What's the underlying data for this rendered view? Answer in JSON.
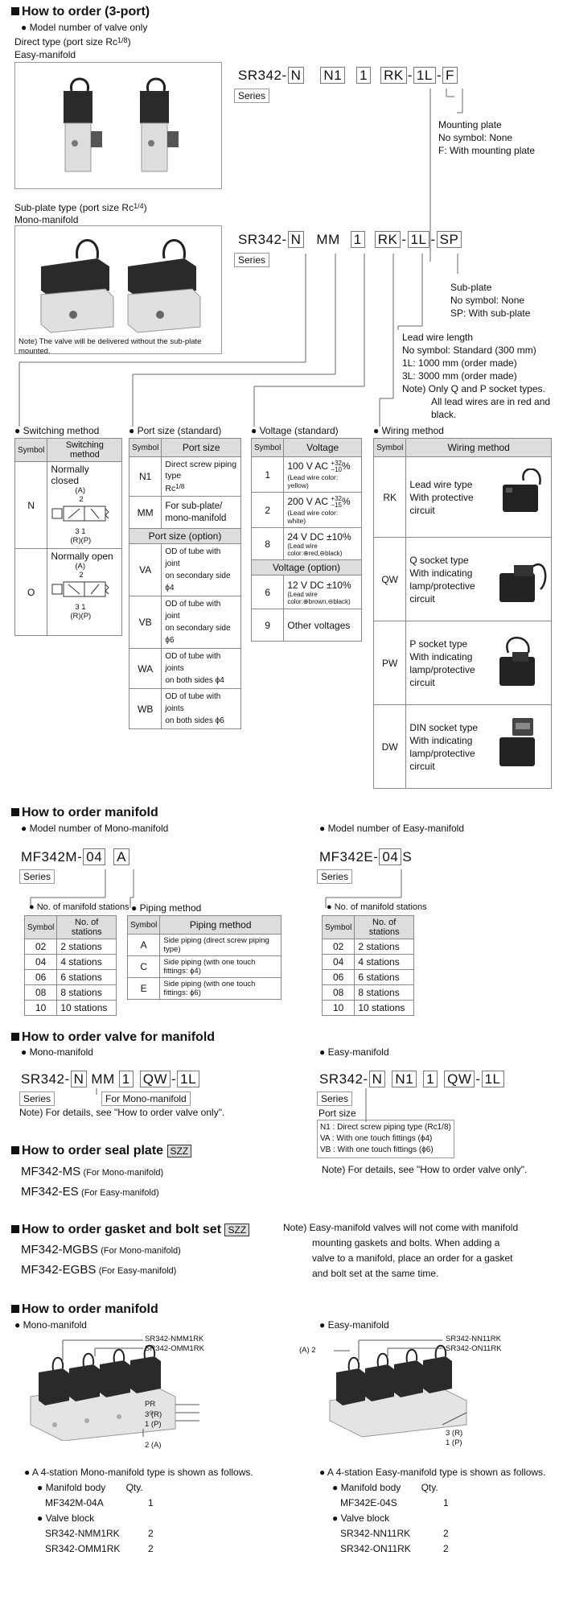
{
  "s1": {
    "heading": "How to order (3-port)",
    "subheading": "Model number of valve only",
    "direct_type": "Direct type (port size Rc",
    "direct_frac": "1/8",
    "easy_manifold": "Easy-manifold",
    "subplate_type": "Sub-plate type (port size Rc",
    "subplate_frac": "1/4",
    "mono_manifold": "Mono-manifold",
    "photo_note": "Note) The valve will be delivered without the sub-plate mounted.",
    "code1": [
      "SR342-",
      "N",
      "N1",
      "1",
      "RK",
      "-",
      "1L",
      "-",
      "F"
    ],
    "code2": [
      "SR342-",
      "N",
      "MM",
      "1",
      "RK",
      "-",
      "1L",
      "-",
      "SP"
    ],
    "series": "Series",
    "mounting": [
      "Mounting plate",
      "No symbol: None",
      "F: With mounting plate"
    ],
    "subplate": [
      "Sub-plate",
      "No symbol: None",
      "SP: With sub-plate"
    ],
    "leadwire": [
      "Lead wire length",
      "No symbol: Standard (300 mm)",
      "1L: 1000 mm (order made)",
      "3L: 3000 mm (order made)",
      "Note) Only Q and P socket types.",
      "All lead wires are in red and",
      "black."
    ]
  },
  "switching": {
    "title": "Switching method",
    "h_sym": "Symbol",
    "h_method": "Switching method",
    "rows": [
      {
        "sym": "N",
        "label": "Normally closed",
        "p1": "(A)",
        "p2": "2",
        "p3": "3 1",
        "p4": "(R)(P)"
      },
      {
        "sym": "O",
        "label": "Normally open",
        "p1": "(A)",
        "p2": "2",
        "p3": "3 1",
        "p4": "(R)(P)"
      }
    ]
  },
  "portsize": {
    "title": "Port size (standard)",
    "h_sym": "Symbol",
    "h_port": "Port size",
    "std": [
      {
        "sym": "N1",
        "d1": "Direct screw piping type",
        "d2": "Rc",
        "d3": "1/8"
      },
      {
        "sym": "MM",
        "d1": "For sub-plate/",
        "d2": "mono-manifold"
      }
    ],
    "opt_title": "Port size (option)",
    "opt": [
      {
        "sym": "VA",
        "d1": "OD of tube with joint",
        "d2": "on secondary side ϕ4"
      },
      {
        "sym": "VB",
        "d1": "OD of tube with joint",
        "d2": "on secondary side ϕ6"
      },
      {
        "sym": "WA",
        "d1": "OD of tube with joints",
        "d2": "on both sides ϕ4"
      },
      {
        "sym": "WB",
        "d1": "OD of tube with joints",
        "d2": "on both sides ϕ6"
      }
    ]
  },
  "voltage": {
    "title": "Voltage (standard)",
    "h_sym": "Symbol",
    "h_volt": "Voltage",
    "std": [
      {
        "sym": "1",
        "v": "100 V AC ",
        "tol_up": "+32",
        "tol_dn": "−10",
        "pct": "%",
        "lead": "(Lead wire color: yellow)"
      },
      {
        "sym": "2",
        "v": "200 V AC ",
        "tol_up": "+32",
        "tol_dn": "−15",
        "pct": "%",
        "lead": "(Lead wire color: white)"
      },
      {
        "sym": "8",
        "v": "24 V DC ±10%",
        "lead": "(Lead wire color:⊕red,⊖black)"
      }
    ],
    "opt_title": "Voltage (option)",
    "opt": [
      {
        "sym": "6",
        "v": "12 V DC ±10%",
        "lead": "(Lead wire color:⊕brown,⊖black)"
      },
      {
        "sym": "9",
        "v": "Other voltages"
      }
    ]
  },
  "wiring": {
    "title": "Wiring method",
    "h_sym": "Symbol",
    "h_method": "Wiring method",
    "rows": [
      {
        "sym": "RK",
        "lines": [
          "Lead wire type",
          "With protective",
          "circuit"
        ]
      },
      {
        "sym": "QW",
        "lines": [
          "Q socket type",
          "With indicating",
          "lamp/protective",
          "circuit"
        ]
      },
      {
        "sym": "PW",
        "lines": [
          "P socket type",
          "With indicating",
          "lamp/protective",
          "circuit"
        ]
      },
      {
        "sym": "DW",
        "lines": [
          "DIN socket type",
          "With indicating",
          "lamp/protective",
          "circuit"
        ]
      }
    ]
  },
  "manifold": {
    "heading": "How to order manifold",
    "mono_sub": "Model number of Mono-manifold",
    "easy_sub": "Model number of Easy-manifold",
    "mono_code": [
      "MF342M-",
      "04",
      "A"
    ],
    "easy_code": [
      "MF342E-",
      "04",
      "S"
    ],
    "series": "Series",
    "stations_title": "No. of manifold stations",
    "piping_title": "Piping method",
    "h_sym": "Symbol",
    "h_st": "No. of stations",
    "h_pip": "Piping method",
    "stations": [
      {
        "sym": "02",
        "v": "2 stations"
      },
      {
        "sym": "04",
        "v": "4 stations"
      },
      {
        "sym": "06",
        "v": "6 stations"
      },
      {
        "sym": "08",
        "v": "8 stations"
      },
      {
        "sym": "10",
        "v": "10 stations"
      }
    ],
    "piping": [
      {
        "sym": "A",
        "v": "Side piping (direct screw piping type)"
      },
      {
        "sym": "C",
        "v": "Side piping (with one touch fittings: ϕ4)"
      },
      {
        "sym": "E",
        "v": "Side piping (with one touch fittings: ϕ6)"
      }
    ]
  },
  "valve_for_manifold": {
    "heading": "How to order valve for manifold",
    "mono": "Mono-manifold",
    "easy": "Easy-manifold",
    "mono_code": [
      "SR342-",
      "N",
      "MM",
      "1",
      "QW",
      "-",
      "1L"
    ],
    "easy_code": [
      "SR342-",
      "N",
      "N1",
      "1",
      "QW",
      "-",
      "1L"
    ],
    "series": "Series",
    "for_mono": "For Mono-manifold",
    "mono_note": "Note) For details, see \"How to order valve only\".",
    "port_size": "Port size",
    "ps_lines": [
      "N1 : Direct screw piping type (Rc1/8)",
      "VA : With one touch fittings (ϕ4)",
      "VB : With one touch fittings (ϕ6)"
    ],
    "easy_note": "Note) For details, see \"How to order valve only\"."
  },
  "seal": {
    "heading": "How to order seal plate",
    "tag": "SZZ",
    "items": [
      {
        "pn": "MF342-MS",
        "desc": "(For Mono-manifold)"
      },
      {
        "pn": "MF342-ES",
        "desc": "(For Easy-manifold)"
      }
    ]
  },
  "gasket": {
    "heading": "How to order gasket and bolt set",
    "tag": "SZZ",
    "items": [
      {
        "pn": "MF342-MGBS",
        "desc": "(For Mono-manifold)"
      },
      {
        "pn": "MF342-EGBS",
        "desc": "(For Easy-manifold)"
      }
    ],
    "note": [
      "Note) Easy-manifold valves will not come with manifold",
      "mounting gaskets and bolts.  When adding a",
      "valve to a manifold, place an order for a gasket",
      "and bolt set at the same time."
    ]
  },
  "manifold2": {
    "heading": "How to order manifold",
    "mono": "Mono-manifold",
    "easy": "Easy-manifold",
    "mono_labels": {
      "a": "SR342-NMM1RK",
      "b": "SR342-OMM1RK",
      "pr": "PR",
      "r": "3 (R)",
      "p": "1 (P)",
      "two": "2 (A)"
    },
    "easy_labels": {
      "a": "SR342-NN11RK",
      "b": "SR342-ON11RK",
      "two": "(A) 2",
      "r": "3 (R)",
      "p": "1 (P)"
    },
    "mono_list": {
      "intro": "A 4-station Mono-manifold type is shown as follows.",
      "body": "Manifold body",
      "qty": "Qty.",
      "body_pn": "MF342M-04A",
      "body_q": "1",
      "block": "Valve block",
      "blocks": [
        {
          "pn": "SR342-NMM1RK",
          "q": "2"
        },
        {
          "pn": "SR342-OMM1RK",
          "q": "2"
        }
      ]
    },
    "easy_list": {
      "intro": "A 4-station Easy-manifold type is shown as follows.",
      "body": "Manifold body",
      "qty": "Qty.",
      "body_pn": "MF342E-04S",
      "body_q": "1",
      "block": "Valve block",
      "blocks": [
        {
          "pn": "SR342-NN11RK",
          "q": "2"
        },
        {
          "pn": "SR342-ON11RK",
          "q": "2"
        }
      ]
    }
  }
}
